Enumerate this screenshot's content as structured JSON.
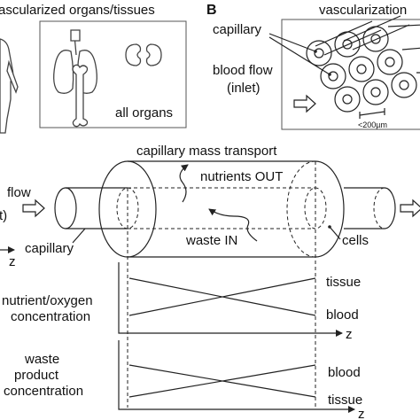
{
  "panel_a": {
    "title": "ascularized organs/tissues",
    "organs_caption": "all organs"
  },
  "panel_b": {
    "letter": "B",
    "title": "vascularization",
    "capillary_label": "capillary",
    "blood_flow_label": "blood flow",
    "inlet_label": "(inlet)",
    "scale_label": "<200µm"
  },
  "panel_c": {
    "title": "capillary mass transport",
    "nutrients_label": "nutrients OUT",
    "waste_label": "waste IN",
    "flow_label": "flow",
    "flow_suffix": "t)",
    "capillary_label": "capillary",
    "cells_label": "cells",
    "z_label_left": "z"
  },
  "graph_nutrient": {
    "ylabel_line1": "nutrient/oxygen",
    "ylabel_line2": "concentration",
    "top_label": "tissue",
    "bottom_label": "blood",
    "axis_label": "z"
  },
  "graph_waste": {
    "ylabel_line1": "waste",
    "ylabel_line2": "product",
    "ylabel_line3": "concentration",
    "top_label": "blood",
    "bottom_label": "tissue",
    "axis_label": "z"
  }
}
